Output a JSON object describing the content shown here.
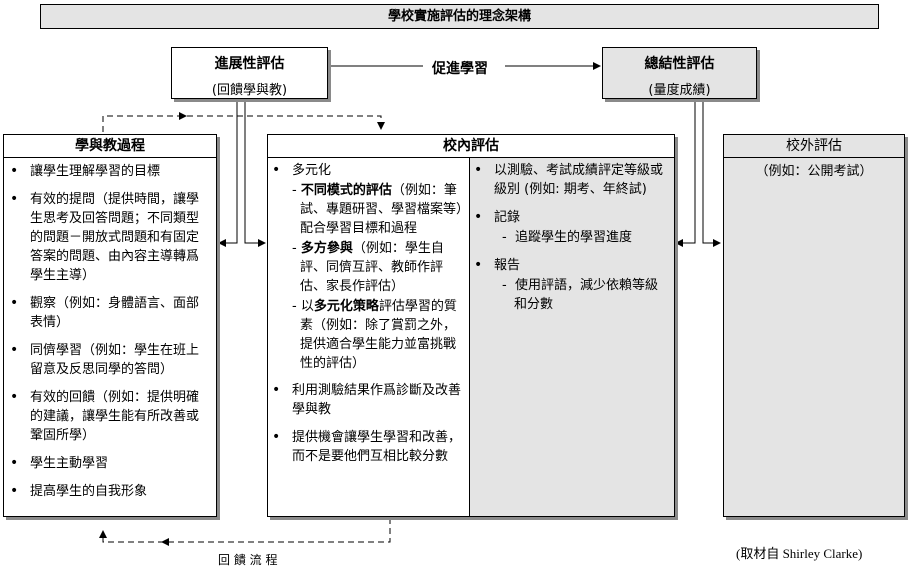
{
  "title": "學校實施評估的理念架構",
  "formative": {
    "title": "進展性評估",
    "subtitle": "(回饋學與教)"
  },
  "promote_label": "促進學習",
  "summative": {
    "title": "總結性評估",
    "subtitle": "(量度成績)"
  },
  "learning_teaching": {
    "title": "學與教過程",
    "items": [
      "讓學生理解學習的目標",
      "有效的提問（提供時間，讓學生思考及回答問題；不同類型的問題－開放式問題和有固定答案的問題、由內容主導轉爲學生主導）",
      "觀察（例如：身體語言、面部表情）",
      "同儕學習（例如：學生在班上留意及反思同學的答問）",
      "有效的回饋（例如：提供明確的建議，讓學生能有所改善或鞏固所學）",
      "學生主動學習",
      "提高學生的自我形象"
    ]
  },
  "internal": {
    "title": "校內評估",
    "left": {
      "diversified": "多元化",
      "sub1_bold": "不同模式的評估",
      "sub1_rest": "（例如：筆試、專題研習、學習檔案等）配合學習目標和過程",
      "sub2_bold": "多方參與",
      "sub2_rest": "（例如：學生自評、同儕互評、教師作評估、家長作評估）",
      "sub3_pre": "以",
      "sub3_bold": "多元化策略",
      "sub3_rest": "評估學習的質素（例如：除了賞罰之外，提供適合學生能力並富挑戰性的評估）",
      "item2": "利用測驗結果作爲診斷及改善學與教",
      "item3": "提供機會讓學生學習和改善，而不是要他們互相比較分數"
    },
    "right": {
      "item1": "以測驗、考試成績評定等級或級別 (例如: 期考、年終試)",
      "item2": "記錄",
      "item2_sub": "追蹤學生的學習進度",
      "item3": "報告",
      "item3_sub": "使用評語，減少依賴等級和分數"
    }
  },
  "external": {
    "title": "校外評估",
    "example": "（例如：公開考試）"
  },
  "feedback_label": "回 饋 流 程",
  "source": "(取材自  Shirley Clarke)"
}
